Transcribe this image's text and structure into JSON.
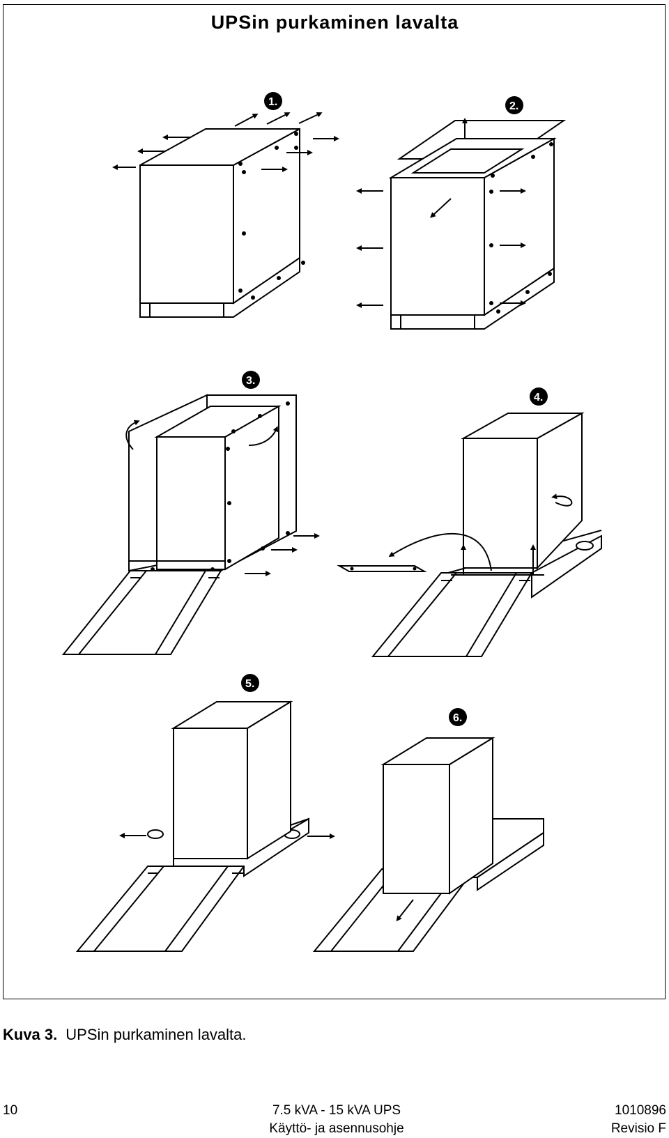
{
  "figure": {
    "title": "UPSin purkaminen lavalta",
    "steps": [
      "1.",
      "2.",
      "3.",
      "4.",
      "5.",
      "6."
    ]
  },
  "caption": {
    "label": "Kuva 3.",
    "text": "UPSin purkaminen lavalta."
  },
  "footer": {
    "page_number": "10",
    "product": "7.5 kVA - 15 kVA UPS",
    "manual": "Käyttö- ja asennusohje",
    "doc_number": "1010896",
    "revision": "Revisio F"
  }
}
